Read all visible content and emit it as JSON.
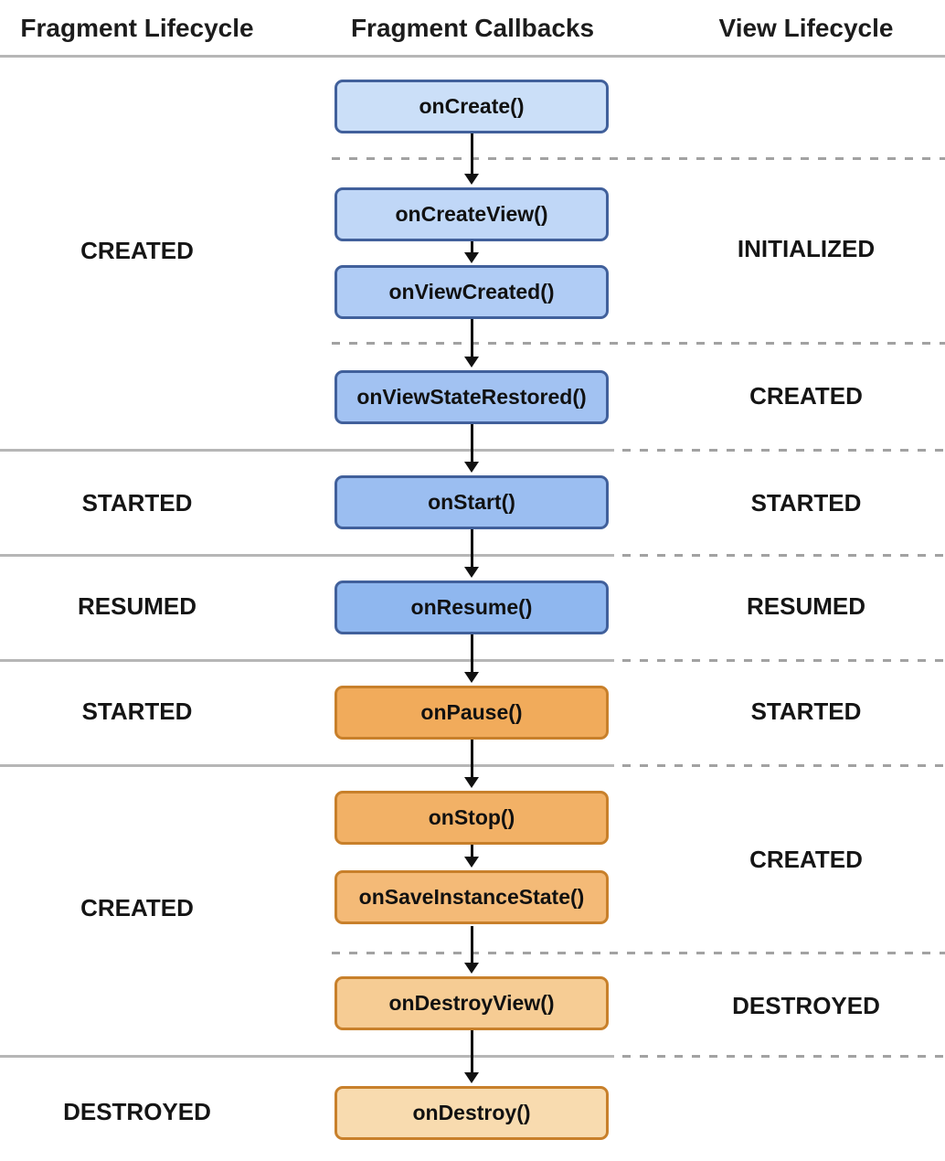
{
  "headers": {
    "fragment_lifecycle": "Fragment Lifecycle",
    "fragment_callbacks": "Fragment Callbacks",
    "view_lifecycle": "View Lifecycle"
  },
  "fragment_states": [
    "CREATED",
    "STARTED",
    "RESUMED",
    "STARTED",
    "CREATED",
    "DESTROYED"
  ],
  "view_states": [
    "INITIALIZED",
    "CREATED",
    "STARTED",
    "RESUMED",
    "STARTED",
    "CREATED",
    "DESTROYED"
  ],
  "callbacks": [
    {
      "label": "onCreate()",
      "fill": "#CBDFF8",
      "border": "#41609B"
    },
    {
      "label": "onCreateView()",
      "fill": "#C0D7F7",
      "border": "#41609B"
    },
    {
      "label": "onViewCreated()",
      "fill": "#B0CCF5",
      "border": "#41609B"
    },
    {
      "label": "onViewStateRestored()",
      "fill": "#A2C2F2",
      "border": "#41609B"
    },
    {
      "label": "onStart()",
      "fill": "#9BBEF1",
      "border": "#41609B"
    },
    {
      "label": "onResume()",
      "fill": "#8FB7EF",
      "border": "#41609B"
    },
    {
      "label": "onPause()",
      "fill": "#F1AB5B",
      "border": "#C8802B"
    },
    {
      "label": "onStop()",
      "fill": "#F2B166",
      "border": "#C8802B"
    },
    {
      "label": "onSaveInstanceState()",
      "fill": "#F4BA77",
      "border": "#C8802B"
    },
    {
      "label": "onDestroyView()",
      "fill": "#F6CC94",
      "border": "#C8802B"
    },
    {
      "label": "onDestroy()",
      "fill": "#F8DBAF",
      "border": "#C8802B"
    }
  ],
  "colors": {
    "solid_divider": "#B6B6B6",
    "dashed_divider": "#A2A2A2",
    "arrow": "#111111",
    "heading_text": "#1C1C1C",
    "state_text": "#151515"
  }
}
